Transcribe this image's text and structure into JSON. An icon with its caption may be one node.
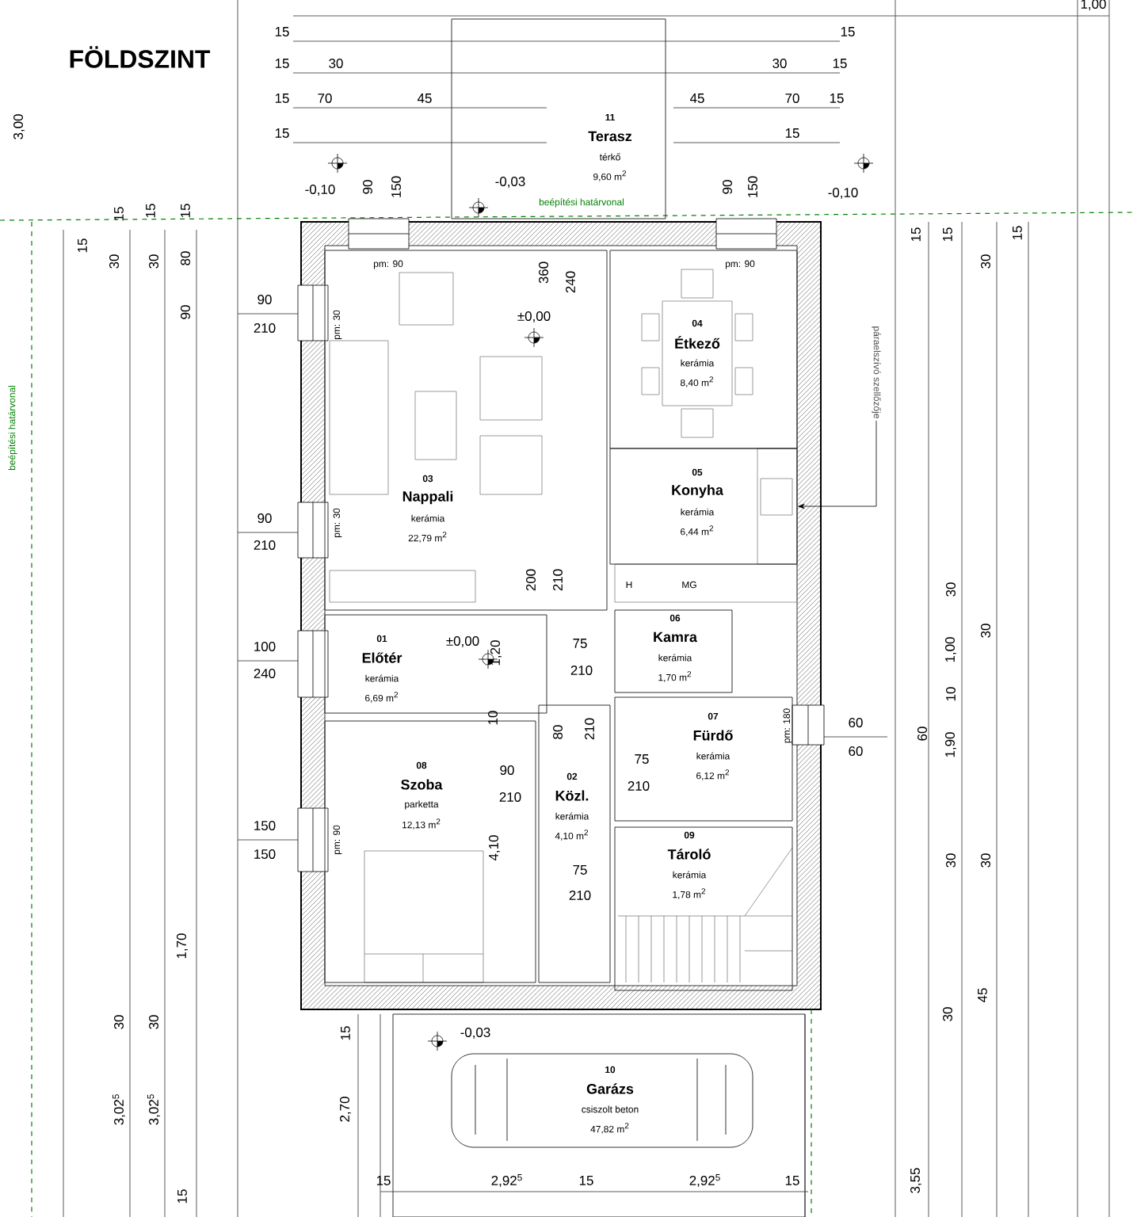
{
  "diagram": {
    "title": "FÖLDSZINT",
    "nodes": [
      {
        "text": [
          "11",
          "Terasz",
          "térkő",
          "9,60 m$^{2}$"
        ]
      },
      {
        "text": [
          "03",
          "Nappali",
          "kerámia",
          "22,79 m$^{2}$"
        ]
      },
      {
        "text": [
          "04",
          "Étkező",
          "kerámia",
          "8,40 m$^{2}$"
        ]
      },
      {
        "text": [
          "05",
          "Konyha",
          "kerámia",
          "6,44 m$^{2}$"
        ]
      },
      {
        "text": [
          "01",
          "Előtér",
          "kerámia",
          "6,69 m$^{2}$"
        ]
      },
      {
        "text": [
          "06",
          "Kamra",
          "kerámia",
          "1,70 m$^{2}$"
        ]
      },
      {
        "text": [
          "07",
          "Fürdő",
          "kerámia",
          "6,12 m$^{2}$"
        ]
      },
      {
        "text": [
          "08",
          "Szoba",
          "parketta",
          "12,13 m$^{2}$"
        ]
      },
      {
        "text": [
          "02",
          "Közl.",
          "kerámia",
          "4,10 m$^{2}$"
        ]
      },
      {
        "text": [
          "09",
          "Tároló",
          "kerámia",
          "1,78 m$^{2}$"
        ]
      },
      {
        "text": [
          "10",
          "Garázs",
          "csiszolt beton",
          "47,82 m$^{2}$"
        ]
      },
      {
        "text": [
          "páraelszívó szellőzője"
        ]
      }
    ],
    "edges": [
      {
        "from": 11,
        "to": 3,
        "arrow": "to"
      }
    ],
    "labels": [
      "1,00",
      "15",
      "15",
      "15",
      "30",
      "30",
      "15",
      "15",
      "70",
      "45",
      "45",
      "70",
      "15",
      "15",
      "15",
      "3,00",
      "-0,10",
      "90",
      "150",
      "-0,03",
      "beépítési határvonal",
      "90",
      "150",
      "-0,10",
      "15",
      "15",
      "15",
      "15",
      "30",
      "30",
      "80",
      "90",
      "pm: 90",
      "360",
      "240",
      "pm: 90",
      "15",
      "15",
      "30",
      "15",
      "90",
      "210",
      "pm: 30",
      "±0,00",
      "beépítési határvonal",
      "90",
      "210",
      "pm: 30",
      "200",
      "210",
      "H",
      "MG",
      "30",
      "30",
      "1,00",
      "100",
      "240",
      "±0,00",
      "1,20",
      "75",
      "210",
      "10",
      "10",
      "80",
      "210",
      "pm: 180",
      "60",
      "60",
      "60",
      "1,90",
      "90",
      "210",
      "75",
      "210",
      "150",
      "150",
      "pm: 90",
      "4,10",
      "30",
      "30",
      "75",
      "210",
      "1,70",
      "45",
      "30",
      "30",
      "30",
      "15",
      "-0,03",
      "3,02$^{5}$",
      "3,02$^{5}$",
      "2,70",
      "15",
      "15",
      "2,92$^{5}$",
      "15",
      "2,92$^{5}$",
      "15",
      "3,55"
    ]
  }
}
